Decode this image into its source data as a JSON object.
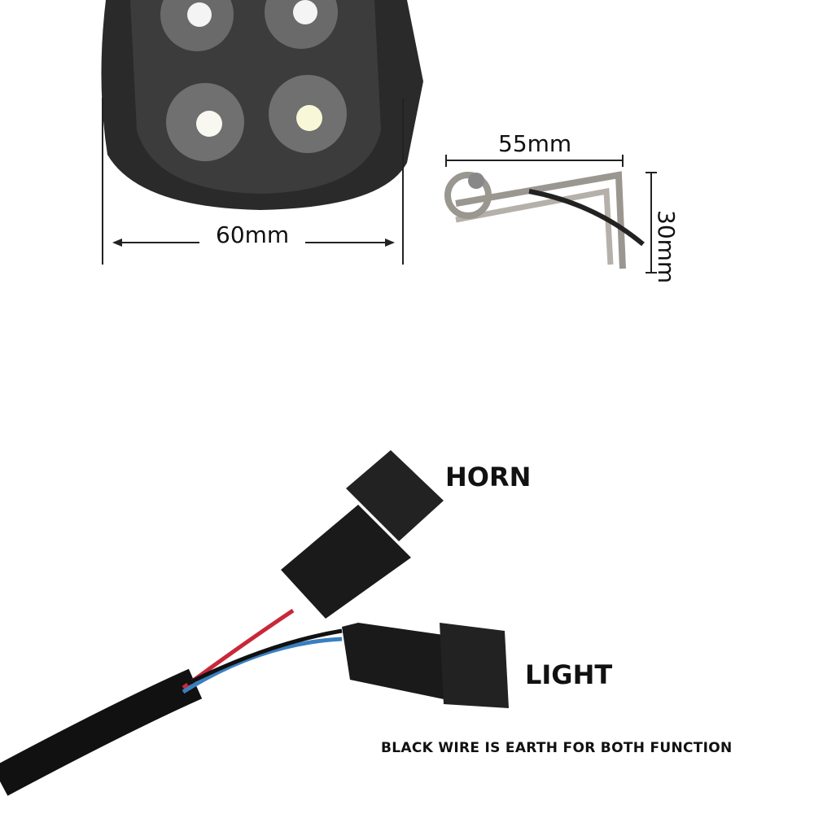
{
  "dimensions": {
    "width_label": "60mm",
    "bracket_width_label": "55mm",
    "bracket_height_label": "30mm"
  },
  "connectors": {
    "horn_label": "HORN",
    "light_label": "LIGHT"
  },
  "note": "BLACK WIRE IS EARTH FOR BOTH FUNCTION",
  "colors": {
    "wire_red": "#c8283a",
    "wire_blue": "#3a7fc0",
    "cable": "#111111"
  }
}
